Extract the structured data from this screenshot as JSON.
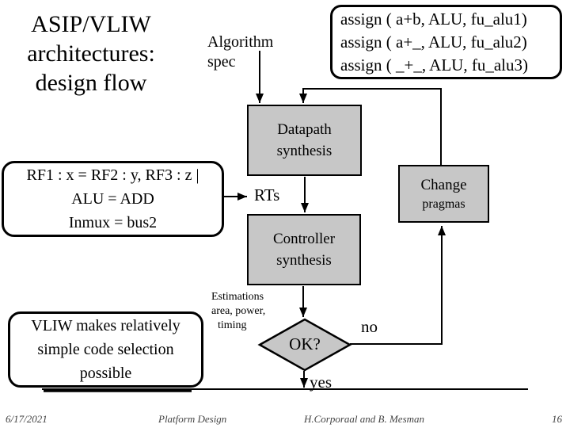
{
  "title": {
    "lines": [
      "ASIP/VLIW",
      "architectures:",
      "design flow"
    ]
  },
  "labels": {
    "algorithm_spec": {
      "line1": "Algorithm",
      "line2": "spec"
    },
    "rts": "RTs",
    "no": "no",
    "yes": "yes",
    "estimations": {
      "lines": [
        "Estimations",
        "area, power,",
        "timing"
      ]
    }
  },
  "boxes": {
    "assign": {
      "lines": [
        "assign ( a+b, ALU, fu_alu1)",
        "assign ( a+_, ALU, fu_alu2)",
        "assign ( _+_, ALU, fu_alu3)"
      ]
    },
    "datapath": {
      "lines": [
        "Datapath",
        "synthesis"
      ]
    },
    "controller": {
      "lines": [
        "Controller",
        "synthesis"
      ]
    },
    "change": {
      "lines": [
        "Change",
        "pragmas"
      ]
    },
    "rf": {
      "lines": [
        "RF1 : x = RF2 : y, RF3 : z |",
        "ALU = ADD",
        "Inmux = bus2"
      ]
    },
    "vliw": {
      "lines": [
        "VLIW makes relatively",
        "simple code selection",
        "possible"
      ]
    },
    "ok": {
      "label": "OK?"
    }
  },
  "footer": {
    "date": "6/17/2021",
    "course": "Platform Design",
    "authors": "H.Corporaal and B. Mesman",
    "page": "16"
  },
  "colors": {
    "box_fill": "#c7c7c7",
    "line": "#000000",
    "background": "#ffffff",
    "footer_text": "#444444"
  }
}
